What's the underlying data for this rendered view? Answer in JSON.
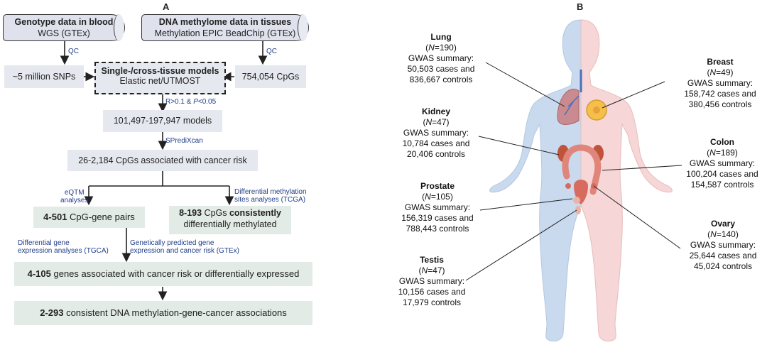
{
  "panel_a": {
    "letter": "A",
    "genotype": {
      "title": "Genotype data in blood",
      "subtitle": "WGS (GTEx)"
    },
    "methylome": {
      "title": "DNA methylome data in tissues",
      "subtitle": "Methylation EPIC BeadChip (GTEx)"
    },
    "qc_left": "QC",
    "qc_right": "QC",
    "snps": "~5 million SNPs",
    "cpgs": "754,054 CpGs",
    "models": {
      "title": "Single-/cross-tissue models",
      "subtitle": "Elastic net/UTMOST"
    },
    "threshold": {
      "r": "R>0.1 & ",
      "p": "P",
      "p_rest": "<0.05"
    },
    "model_count": "101,497-197,947 models",
    "sprediXcan": "SPrediXcan",
    "cancer_cpgs": "26-2,184 CpGs associated with cancer risk",
    "eqtm_label": {
      "line1": "eQTM",
      "line2": "analyses"
    },
    "dms_label": {
      "line1": "Differential methylation",
      "line2": "sites analyses (TCGA)"
    },
    "pairs": {
      "bold": "4-501",
      "rest": " CpG-gene pairs"
    },
    "consistent": {
      "bold": "8-193",
      "mid": " CpGs ",
      "bold2": "consistently",
      "line2": "differentially methylated"
    },
    "dge_label": {
      "line1": "Differential gene",
      "line2": "expression analyses (TGCA)"
    },
    "gp_label": {
      "line1": "Genetically predicted gene",
      "line2": "expression and cancer risk (GTEx)"
    },
    "genes": {
      "bold": "4-105",
      "rest": " genes associated with cancer risk or differentially expressed"
    },
    "final": {
      "bold": "2-293",
      "rest": " consistent DNA methylation-gene-cancer associations"
    }
  },
  "panel_b": {
    "letter": "B",
    "organs": [
      {
        "name": "Lung",
        "n_label": "N",
        "n": "=190",
        "l1": "GWAS summary:",
        "l2": "50,503 cases and",
        "l3": "836,667 controls"
      },
      {
        "name": "Kidney",
        "n_label": "N",
        "n": "=47",
        "l1": "GWAS summary:",
        "l2": "10,784 cases and",
        "l3": "20,406 controls"
      },
      {
        "name": "Prostate",
        "n_label": "N",
        "n": "=105",
        "l1": "GWAS summary:",
        "l2": "156,319 cases and",
        "l3": "788,443 controls"
      },
      {
        "name": "Testis",
        "n_label": "N",
        "n": "=47",
        "l1": "GWAS summary:",
        "l2": "10,156 cases and",
        "l3": "17,979 controls"
      },
      {
        "name": "Breast",
        "n_label": "N",
        "n": "=49",
        "l1": "GWAS summary:",
        "l2": "158,742 cases and",
        "l3": "380,456 controls"
      },
      {
        "name": "Colon",
        "n_label": "N",
        "n": "=189",
        "l1": "GWAS summary:",
        "l2": "100,204 cases and",
        "l3": "154,587 controls"
      },
      {
        "name": "Ovary",
        "n_label": "N",
        "n": "=140",
        "l1": "GWAS summary:",
        "l2": "25,644 cases and",
        "l3": "45,024 controls"
      }
    ]
  },
  "colors": {
    "box": "#e6e8f0",
    "green_box": "#e3ebe6",
    "label_blue": "#1f3c88",
    "male_body": "#c9d9ee",
    "female_body": "#f6d6d6"
  }
}
